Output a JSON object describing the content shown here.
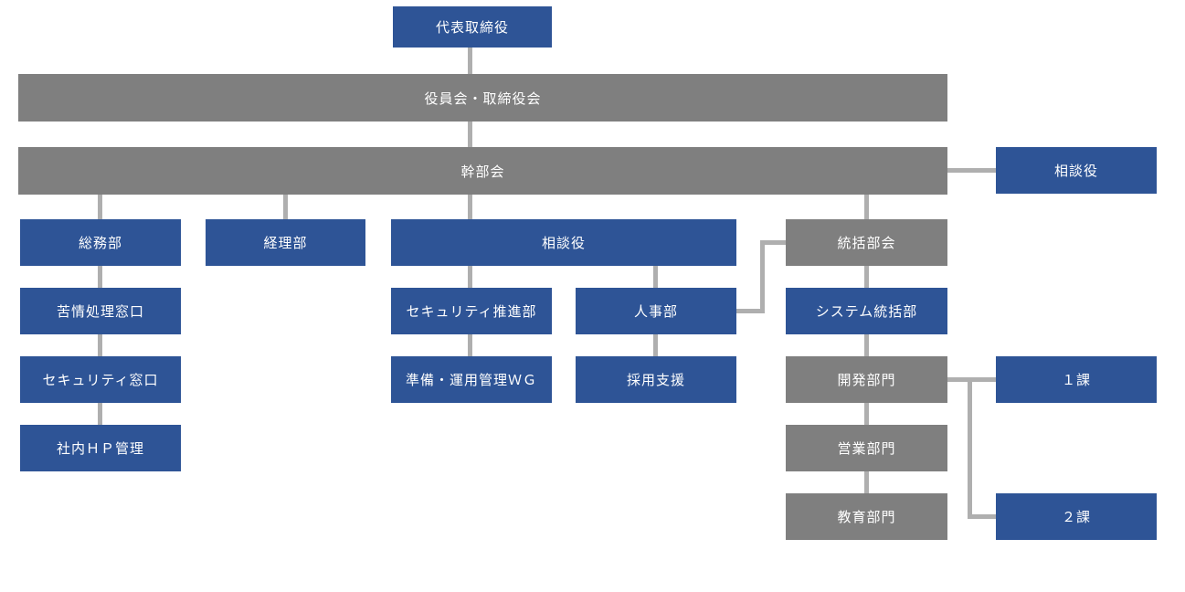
{
  "colors": {
    "node_blue": "#2E5496",
    "node_gray": "#7F7F7F",
    "connector": "#AFAFAF",
    "label_text": "#FFFFFF",
    "background": "#FFFFFF"
  },
  "nodes": {
    "ceo": {
      "label": "代表取締役"
    },
    "board": {
      "label": "役員会・取締役会"
    },
    "executive_meeting": {
      "label": "幹部会"
    },
    "advisor_right": {
      "label": "相談役"
    },
    "general_affairs": {
      "label": "総務部"
    },
    "accounting": {
      "label": "経理部"
    },
    "advisor_center": {
      "label": "相談役"
    },
    "supervisory_meeting": {
      "label": "統括部会"
    },
    "complaints_desk": {
      "label": "苦情処理窓口"
    },
    "security_promotion": {
      "label": "セキュリティ推進部"
    },
    "hr": {
      "label": "人事部"
    },
    "system_supervisory": {
      "label": "システム統括部"
    },
    "security_desk": {
      "label": "セキュリティ窓口"
    },
    "prep_ops_wg": {
      "label": "準備・運用管理ＷＧ"
    },
    "recruiting_support": {
      "label": "採用支援"
    },
    "development": {
      "label": "開発部門"
    },
    "section_1": {
      "label": "１課"
    },
    "internal_hp": {
      "label": "社内ＨＰ管理"
    },
    "sales": {
      "label": "営業部門"
    },
    "education": {
      "label": "教育部門"
    },
    "section_2": {
      "label": "２課"
    }
  }
}
